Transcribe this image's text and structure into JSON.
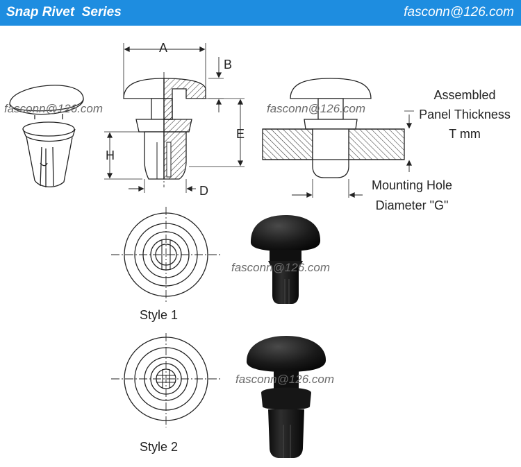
{
  "header": {
    "title": "Snap Rivet  Series",
    "email": "fasconn@126.com"
  },
  "dimensions": {
    "A": "A",
    "B": "B",
    "E": "E",
    "H": "H",
    "D": "D"
  },
  "assembled_label": {
    "line1": "Assembled",
    "line2": "Panel Thickness",
    "line3": "T mm"
  },
  "mounting_label": {
    "line1": "Mounting Hole",
    "line2": "Diameter \"G\""
  },
  "styles": {
    "style1": "Style 1",
    "style2": "Style 2"
  },
  "watermark": "fasconn@126.com",
  "colors": {
    "header_bg": "#1e8de0",
    "line": "#222222",
    "rivet_black": "#111111"
  }
}
